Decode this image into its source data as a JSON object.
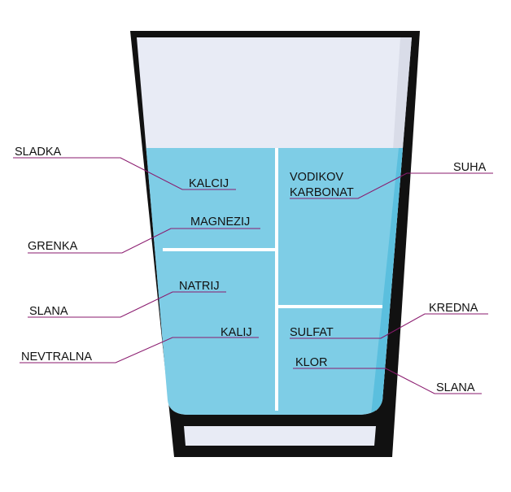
{
  "colors": {
    "glass_outline": "#111111",
    "glass_empty": "#e8ebf5",
    "water": "#7ecde6",
    "water_shade": "#5bbfde",
    "rim_shade": "#d9dce8",
    "divider": "#ffffff",
    "leader_line": "#8a1a6e"
  },
  "minerals": {
    "calcium": "KALCIJ",
    "magnesium": "MAGNEZIJ",
    "sodium": "NATRIJ",
    "potassium": "KALIJ",
    "bicarbonate_line1": "VODIKOV",
    "bicarbonate_line2": "KARBONAT",
    "sulfate": "SULFAT",
    "chloride": "KLOR"
  },
  "tastes": {
    "sweet": "SLADKA",
    "bitter": "GRENKA",
    "salty_left": "SLANA",
    "neutral": "NEVTRALNA",
    "dry": "SUHA",
    "chalky": "KREDNA",
    "salty_right": "SLANA"
  }
}
